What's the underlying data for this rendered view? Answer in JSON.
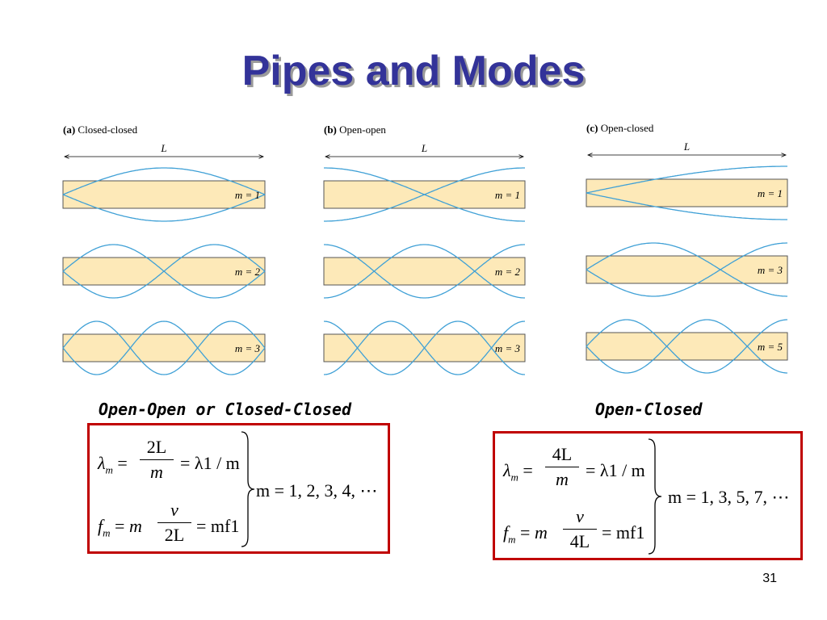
{
  "title": "Pipes and Modes",
  "panels": [
    {
      "id": "a",
      "letter": "(a)",
      "name": "Closed-closed",
      "length_label": "L",
      "modes": [
        {
          "m": 1,
          "label": "m = 1"
        },
        {
          "m": 2,
          "label": "m = 2"
        },
        {
          "m": 3,
          "label": "m = 3"
        }
      ]
    },
    {
      "id": "b",
      "letter": "(b)",
      "name": "Open-open",
      "length_label": "L",
      "modes": [
        {
          "m": 1,
          "label": "m = 1"
        },
        {
          "m": 2,
          "label": "m = 2"
        },
        {
          "m": 3,
          "label": "m = 3"
        }
      ]
    },
    {
      "id": "c",
      "letter": "(c)",
      "name": "Open-closed",
      "length_label": "L",
      "modes": [
        {
          "m": 1,
          "label": "m = 1"
        },
        {
          "m": 3,
          "label": "m = 3"
        },
        {
          "m": 5,
          "label": "m = 5"
        }
      ]
    }
  ],
  "formula_left": {
    "caption": "Open-Open or Closed-Closed",
    "lambda_num": "2L",
    "lambda_den": "m",
    "lambda_rhs": "= λ1 / m",
    "f_num": "v",
    "f_den": "2L",
    "f_rhs": "= mf1",
    "condition": "m = 1, 2, 3, 4, ⋯"
  },
  "formula_right": {
    "caption": "Open-Closed",
    "lambda_num": "4L",
    "lambda_den": "m",
    "lambda_rhs": "= λ1 / m",
    "f_num": "v",
    "f_den": "4L",
    "f_rhs": "= mf1",
    "condition": "m = 1, 3, 5, 7, ⋯"
  },
  "colors": {
    "title": "#333399",
    "pipe_fill": "#fde9b8",
    "pipe_stroke": "#555555",
    "wave": "#3fa0d6",
    "box_border": "#c00000"
  },
  "page_number": "31"
}
